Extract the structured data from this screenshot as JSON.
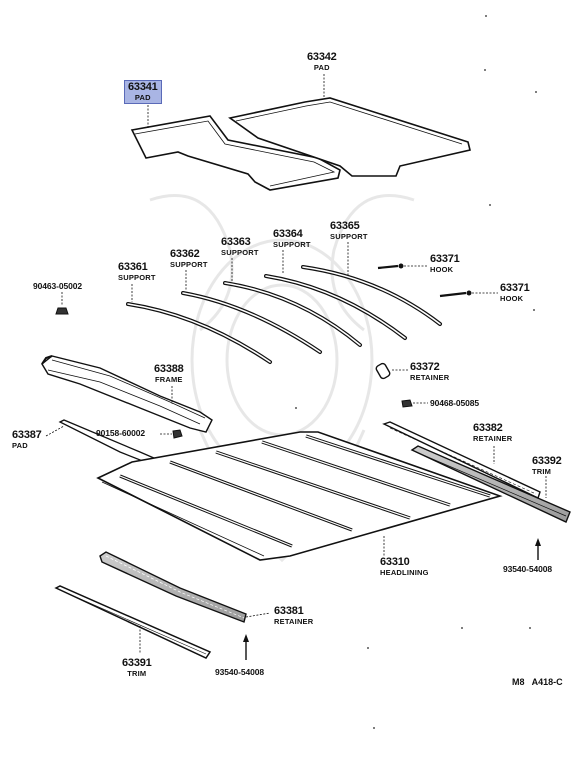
{
  "labels": {
    "pad_63341": {
      "number": "63341",
      "name": "PAD"
    },
    "pad_63342": {
      "number": "63342",
      "name": "PAD"
    },
    "support_63361": {
      "number": "63361",
      "name": "SUPPORT"
    },
    "support_63362": {
      "number": "63362",
      "name": "SUPPORT"
    },
    "support_63363": {
      "number": "63363",
      "name": "SUPPORT"
    },
    "support_63364": {
      "number": "63364",
      "name": "SUPPORT"
    },
    "support_63365": {
      "number": "63365",
      "name": "SUPPORT"
    },
    "hook_63371_a": {
      "number": "63371",
      "name": "HOOK"
    },
    "hook_63371_b": {
      "number": "63371",
      "name": "HOOK"
    },
    "retainer_63372": {
      "number": "63372",
      "name": "RETAINER"
    },
    "frame_63388": {
      "number": "63388",
      "name": "FRAME"
    },
    "pad_63387": {
      "number": "63387",
      "name": "PAD"
    },
    "retainer_63382": {
      "number": "63382",
      "name": "RETAINER"
    },
    "trim_63392": {
      "number": "63392",
      "name": "TRIM"
    },
    "headlining_63310": {
      "number": "63310",
      "name": "HEADLINING"
    },
    "retainer_63381": {
      "number": "63381",
      "name": "RETAINER"
    },
    "trim_63391": {
      "number": "63391",
      "name": "TRIM"
    }
  },
  "codes": {
    "clip_90463": "90463-05002",
    "clip_90468": "90468-05085",
    "clip_90158": "90158-60002",
    "screw_93540_right": "93540-54008",
    "screw_93540_bottom": "93540-54008"
  },
  "reference": "M8   A418-C",
  "highlight_color": "#a9b5e4"
}
